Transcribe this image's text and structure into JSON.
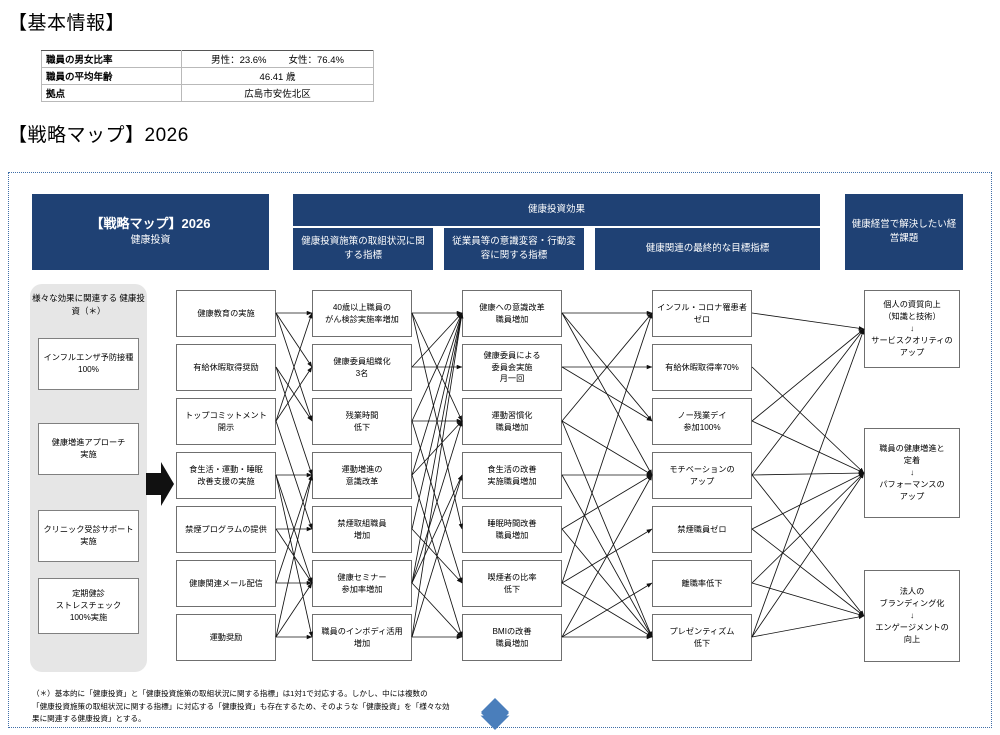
{
  "sections": {
    "basic_info_title": "【基本情報】",
    "strategy_map_title": "【戦略マップ】2026"
  },
  "basic_table": {
    "rows": [
      {
        "key": "職員の男女比率",
        "value_parts": [
          "男性：23.6%",
          "女性：76.4%"
        ]
      },
      {
        "key": "職員の平均年齢",
        "value_parts": [
          "46.41 歳"
        ]
      },
      {
        "key": "拠点",
        "value_parts": [
          "広島市安佐北区"
        ]
      }
    ]
  },
  "headers": {
    "title_box": {
      "line1": "【戦略マップ】2026",
      "line2": "健康投資"
    },
    "effect_band": "健康投資効果",
    "col_measures": "健康投資施策の取組状況に関する指標",
    "col_awareness": "従業員等の意識変容・行動変容に関する指標",
    "col_final": "健康関連の最終的な目標指標",
    "col_issues": "健康経営で解決したい経営課題"
  },
  "columns": {
    "col1_caption": "様々な効果に関連する\n健康投資（＊）",
    "col1_nodes": [
      "インフルエンザ予防接種\n100%",
      "健康増進アプローチ\n実施",
      "クリニック受診サポート\n実施",
      "定期健診\nストレスチェック\n100%実施"
    ],
    "col2_nodes": [
      "健康教育の実施",
      "有給休暇取得奨励",
      "トップコミットメント\n開示",
      "食生活・運動・睡眠\n改善支援の実施",
      "禁煙プログラムの提供",
      "健康関連メール配信",
      "運動奨励"
    ],
    "col3_nodes": [
      "40歳以上職員の\nがん検診実施率増加",
      "健康委員組織化\n3名",
      "残業時間\n低下",
      "運動増進の\n意識改革",
      "禁煙取組職員\n増加",
      "健康セミナー\n参加率増加",
      "職員のインボディ活用\n増加"
    ],
    "col4_nodes": [
      "健康への意識改革\n職員増加",
      "健康委員による\n委員会実施\n月一回",
      "運動習慣化\n職員増加",
      "食生活の改善\n実施職員増加",
      "睡眠時間改善\n職員増加",
      "喫煙者の比率\n低下",
      "BMIの改善\n職員増加"
    ],
    "col5_nodes": [
      "インフル・コロナ罹患者\nゼロ",
      "有給休暇取得率70%",
      "ノー残業デイ\n参加100%",
      "モチベーションの\nアップ",
      "禁煙職員ゼロ",
      "離職率低下",
      "プレゼンティズム\n低下"
    ],
    "col6_nodes": [
      "個人の資質向上\n（知識と技術）\n↓\nサービスクオリティの\nアップ",
      "職員の健康増進と\n定着\n↓\nパフォーマンスの\nアップ",
      "法人の\nブランディング化\n↓\nエンゲージメントの\n向上"
    ]
  },
  "footnote": "（＊）基本的に「健康投資」と「健康投資施策の取組状況に関する指標」は1対1で対応する。しかし、中には複数の\n「健康投資施策の取組状況に関する指標」に対応する「健康投資」も存在するため、そのような「健康投資」を「様々な効\n果に関連する健康投資」とする。",
  "colors": {
    "header_navy": "#1f4174",
    "panel_gray": "#e6e6e6",
    "frame_dotted": "#3f6ea8",
    "diamond_blue": "#4a7ebb",
    "node_border": "#6f6f6f"
  }
}
